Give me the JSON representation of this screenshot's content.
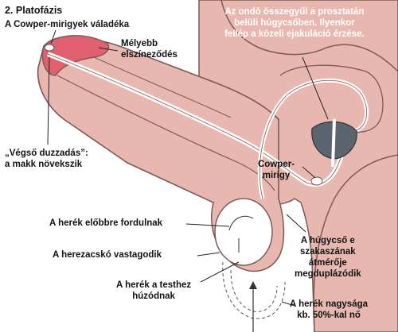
{
  "title": "2. Platofázis",
  "labels": {
    "cowper_secretion": "A Cowper-mirigyek váladéka",
    "deeper_color": "Mélyebb\nelszíneződés",
    "final_swelling": "„Végső duzzadás”:\na makk növekszik",
    "semen_collects": "Az ondó összegyűl a prosztatán\nbelüli húgycsőben. Ilyenkor\nfellép a közeli ejakuláció érzése.",
    "cowper_gland": "Cowper-\nmirigy",
    "testes_forward": "A herék előbbre fordulnak",
    "scrotum_thickens": "A herezacskó vastagodik",
    "testes_pulled": "A herék a testhez\nhúzódnak",
    "urethra_doubles": "A húgycső e\nszakaszának\nátmérője\nmegduplázódik",
    "testes_size": "A herék nagysága\nkb. 50%-kal nő"
  },
  "colors": {
    "skin": "#e8b8b0",
    "outline": "#7a5a55",
    "glans": "#e06070",
    "tract": "#ffffff",
    "prostate": "#5a6570",
    "background_text": "#111111",
    "overlay_text": "#ffffff"
  }
}
